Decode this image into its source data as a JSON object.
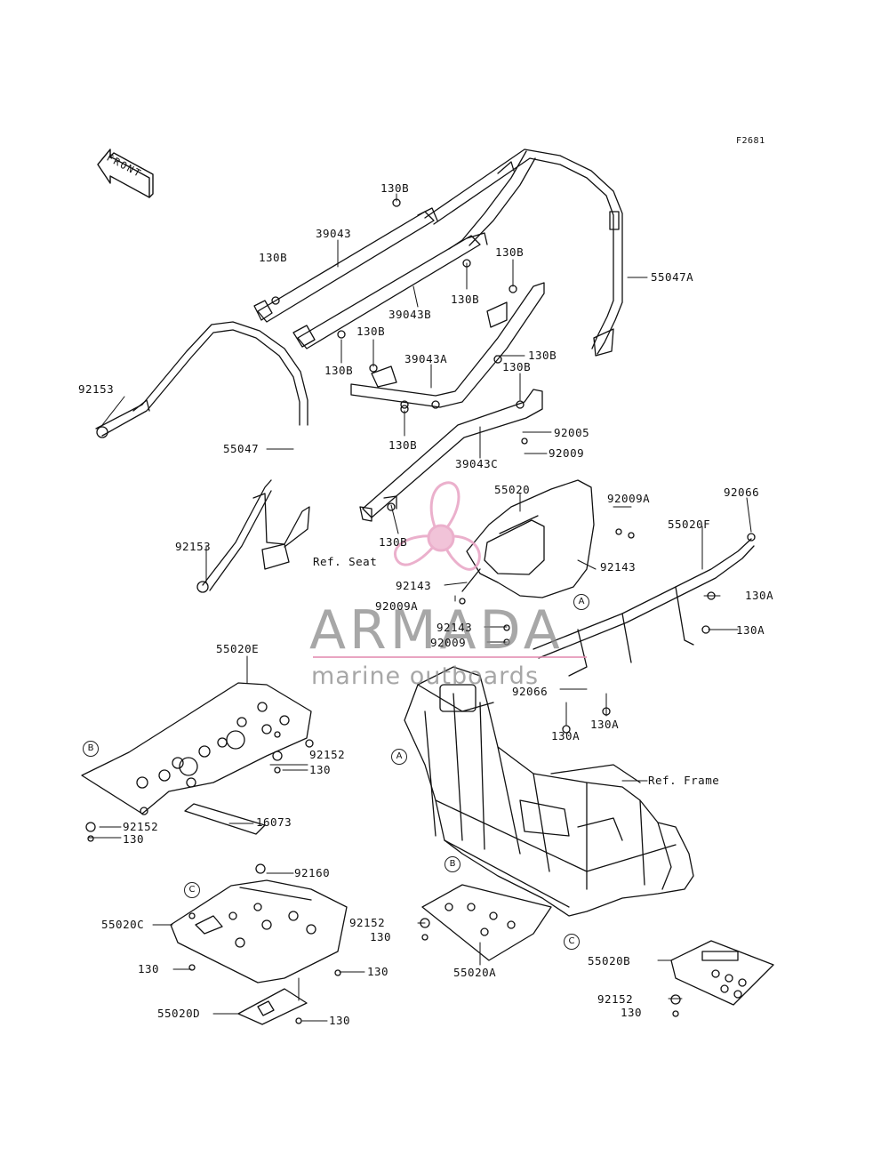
{
  "figure_code": "F2681",
  "front_arrow_text": "FRONT",
  "watermark": {
    "brand": "ARMADA",
    "tagline": "marine outboards",
    "colors": {
      "logo": "#e8a3c4",
      "text": "#8a8a8a"
    }
  },
  "refs": {
    "seat": "Ref. Seat",
    "frame": "Ref. Frame"
  },
  "circle_markers": [
    "A",
    "A",
    "B",
    "B",
    "C",
    "C"
  ],
  "part_labels": [
    "130B",
    "39043",
    "130B",
    "130B",
    "130B",
    "55047A",
    "39043B",
    "130B",
    "130B",
    "39043A",
    "130B",
    "130B",
    "92153",
    "130B",
    "92005",
    "55047",
    "39043C",
    "92009",
    "55020",
    "92009A",
    "92066",
    "55020F",
    "130B",
    "92143",
    "92153",
    "Ref. Seat",
    "130A",
    "92143",
    "92009A",
    "130A",
    "92143",
    "92009",
    "92066",
    "130A",
    "130A",
    "55020E",
    "92152",
    "130",
    "16073",
    "92152",
    "130",
    "92160",
    "55020C",
    "92152",
    "130",
    "130",
    "130",
    "55020A",
    "55020B",
    "55020D",
    "130",
    "92152",
    "130"
  ]
}
